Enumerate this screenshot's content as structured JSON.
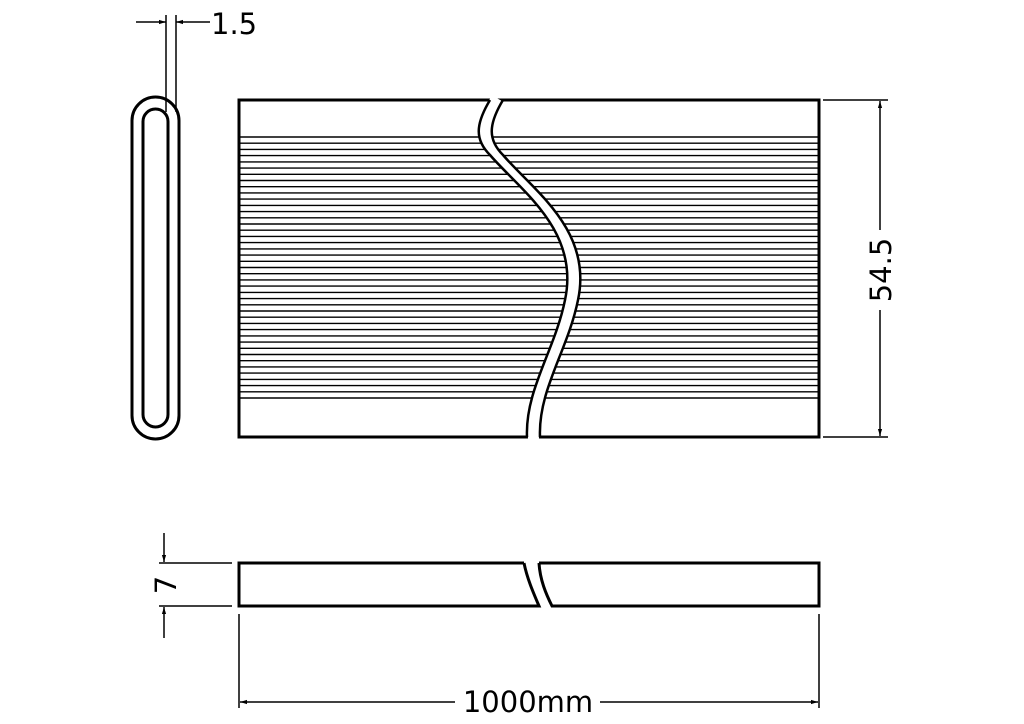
{
  "drawing": {
    "thickness_label": "1.5",
    "width_label": "54.5",
    "height_label": "7",
    "length_label": "1000mm"
  },
  "colors": {
    "line": "#000000",
    "background": "#ffffff"
  }
}
